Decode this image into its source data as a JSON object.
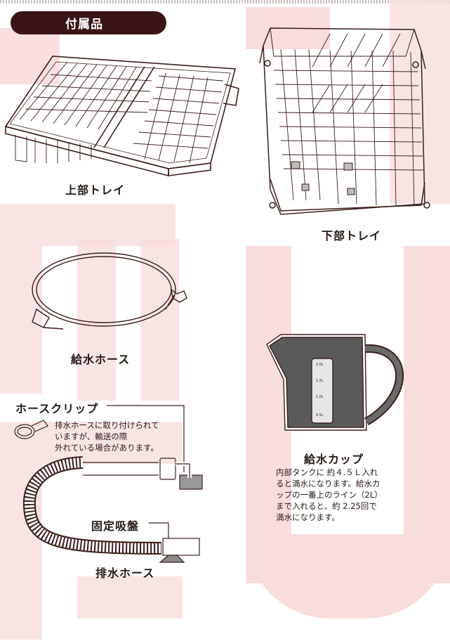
{
  "header": {
    "title": "付属品"
  },
  "items": {
    "upper_tray": {
      "label": "上部トレイ"
    },
    "lower_tray": {
      "label": "下部トレイ"
    },
    "inlet_hose": {
      "label": "給水ホース"
    },
    "hose_clip": {
      "label": "ホースクリップ",
      "note": [
        "排水ホースに取り付けられて",
        "いますが、輸送の際",
        "外れている場合があります。"
      ]
    },
    "suction_cup": {
      "label": "固定吸盤"
    },
    "drain_hose": {
      "label": "排水ホース"
    },
    "water_cup": {
      "label": "給水カップ",
      "note": [
        "内部タンクに 約４.５Ｌ入れ",
        "ると満水になります。給水カ",
        "ップの一番上のライン（2L）",
        "まで入れると、約 2.25回で",
        "満水になります。"
      ],
      "scale_marks": [
        "2.0L",
        "1.5L",
        "1.0L",
        "0.5L"
      ]
    }
  },
  "colors": {
    "title_bg": "#3a1417",
    "watermark": "#f8dddd",
    "line": "#3b1e1a"
  }
}
